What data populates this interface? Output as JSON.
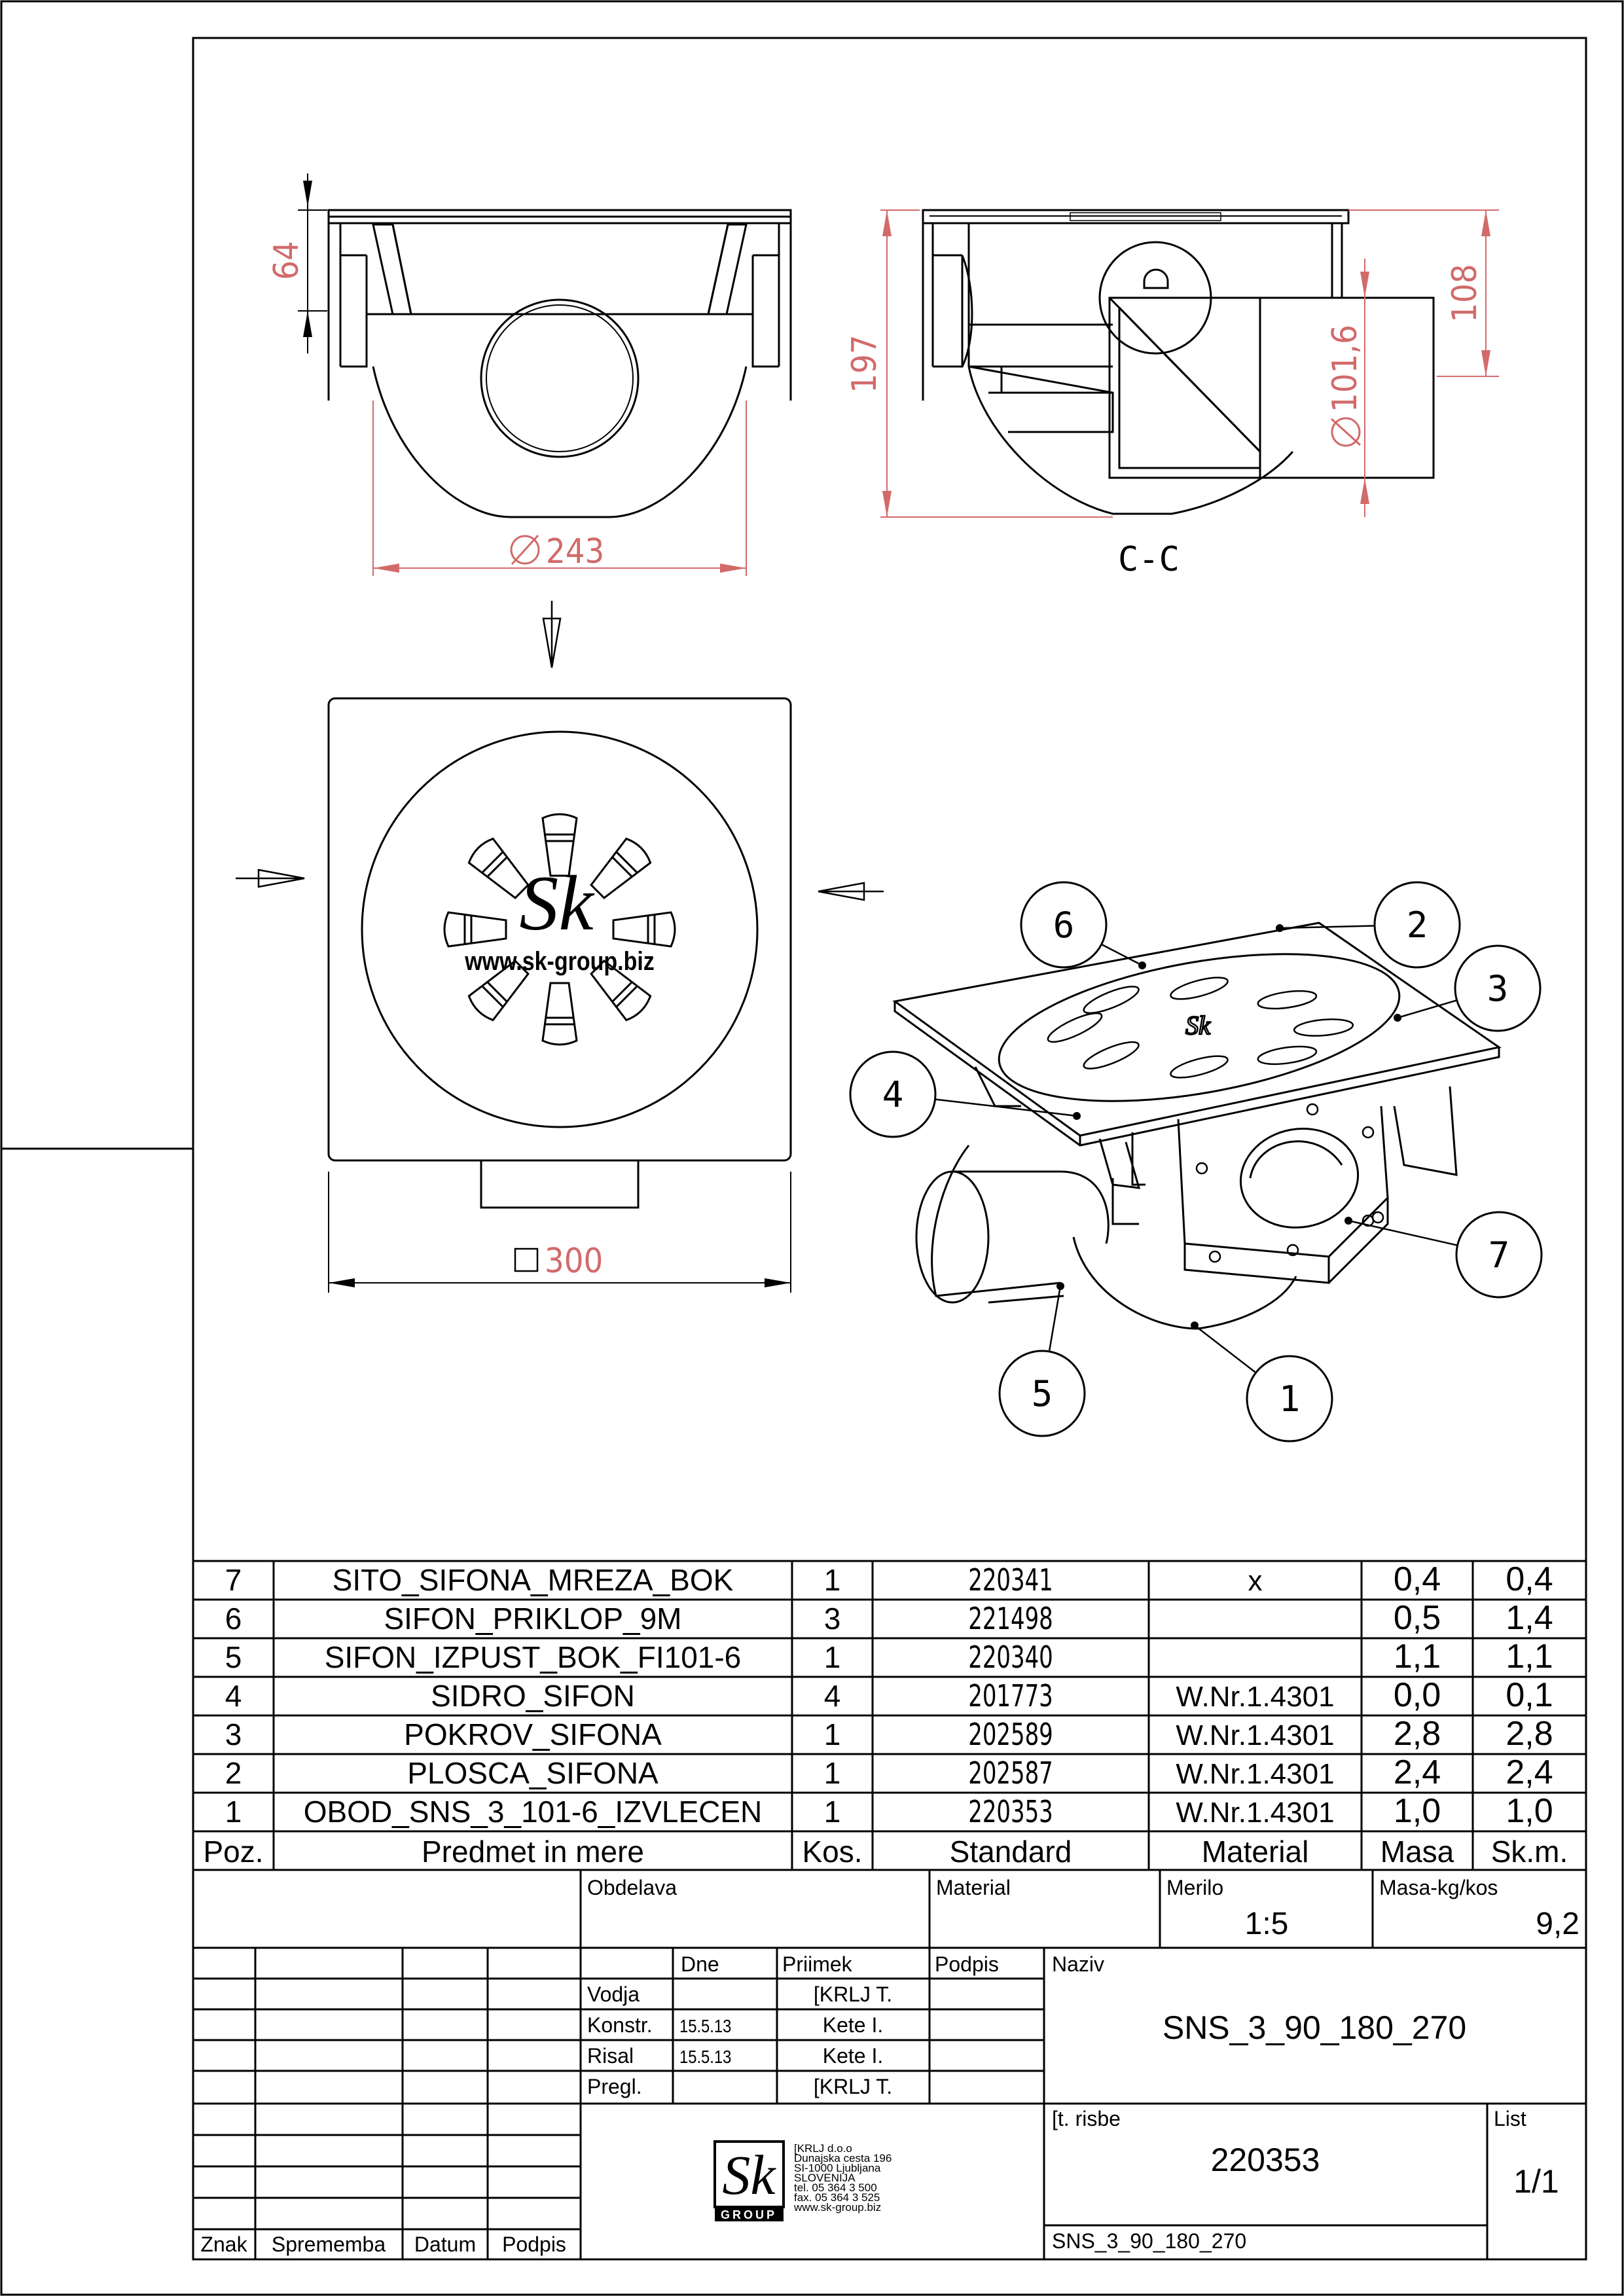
{
  "drawing": {
    "dimensions": {
      "height_top": "64",
      "diameter_bottom": "243",
      "height_total": "197",
      "outlet_diameter": "101,6",
      "outlet_height": "108",
      "square_size": "300"
    },
    "section_label": "C-C",
    "grate_logo": "Sk",
    "grate_url": "www.sk-group.biz",
    "balloons": [
      "1",
      "2",
      "3",
      "4",
      "5",
      "6",
      "7"
    ]
  },
  "parts_list": {
    "headers": {
      "poz": "Poz.",
      "predmet": "Predmet in mere",
      "kos": "Kos.",
      "standard": "Standard",
      "material": "Material",
      "masa": "Masa",
      "skm": "Sk.m."
    },
    "rows": [
      {
        "poz": "7",
        "predmet": "SITO_SIFONA_MREZA_BOK",
        "kos": "1",
        "standard": "220341",
        "material": "x",
        "masa": "0,4",
        "skm": "0,4"
      },
      {
        "poz": "6",
        "predmet": "SIFON_PRIKLOP_9M",
        "kos": "3",
        "standard": "221498",
        "material": "",
        "masa": "0,5",
        "skm": "1,4"
      },
      {
        "poz": "5",
        "predmet": "SIFON_IZPUST_BOK_FI101-6",
        "kos": "1",
        "standard": "220340",
        "material": "",
        "masa": "1,1",
        "skm": "1,1"
      },
      {
        "poz": "4",
        "predmet": "SIDRO_SIFON",
        "kos": "4",
        "standard": "201773",
        "material": "W.Nr.1.4301",
        "masa": "0,0",
        "skm": "0,1"
      },
      {
        "poz": "3",
        "predmet": "POKROV_SIFONA",
        "kos": "1",
        "standard": "202589",
        "material": "W.Nr.1.4301",
        "masa": "2,8",
        "skm": "2,8"
      },
      {
        "poz": "2",
        "predmet": "PLOSCA_SIFONA",
        "kos": "1",
        "standard": "202587",
        "material": "W.Nr.1.4301",
        "masa": "2,4",
        "skm": "2,4"
      },
      {
        "poz": "1",
        "predmet": "OBOD_SNS_3_101-6_IZVLECEN",
        "kos": "1",
        "standard": "220353",
        "material": "W.Nr.1.4301",
        "masa": "1,0",
        "skm": "1,0"
      }
    ]
  },
  "title_block": {
    "obdelava_label": "Obdelava",
    "material_label": "Material",
    "merilo_label": "Merilo",
    "merilo_value": "1:5",
    "masa_label": "Masa-kg/kos",
    "masa_value": "9,2",
    "dne_label": "Dne",
    "priimek_label": "Priimek",
    "podpis_label": "Podpis",
    "naziv_label": "Naziv",
    "naziv_value": "SNS_3_90_180_270",
    "people": [
      {
        "role": "Vodja",
        "date": "",
        "name": "[KRLJ T."
      },
      {
        "role": "Konstr.",
        "date": "15.5.13",
        "name": "Kete I."
      },
      {
        "role": "Risal",
        "date": "15.5.13",
        "name": "Kete I."
      },
      {
        "role": "Pregl.",
        "date": "",
        "name": "[KRLJ T."
      }
    ],
    "st_risbe_label": "[t. risbe",
    "st_risbe_value": "220353",
    "list_label": "List",
    "list_value": "1/1",
    "drawing_name": "SNS_3_90_180_270",
    "rev_headers": {
      "znak": "Znak",
      "sprememba": "Sprememba",
      "datum": "Datum",
      "podpis": "Podpis"
    },
    "company": {
      "logo": "Sk",
      "logo_sub": "GROUP",
      "lines": [
        "[KRLJ d.o.o",
        "Dunajska cesta 196",
        "SI-1000 Ljubljana",
        "SLOVENIJA",
        "tel. 05 364 3 500",
        "fax. 05 364 3 525",
        "www.sk-group.biz"
      ]
    }
  },
  "colors": {
    "line": "#000000",
    "dimension": "#d26a6a"
  }
}
